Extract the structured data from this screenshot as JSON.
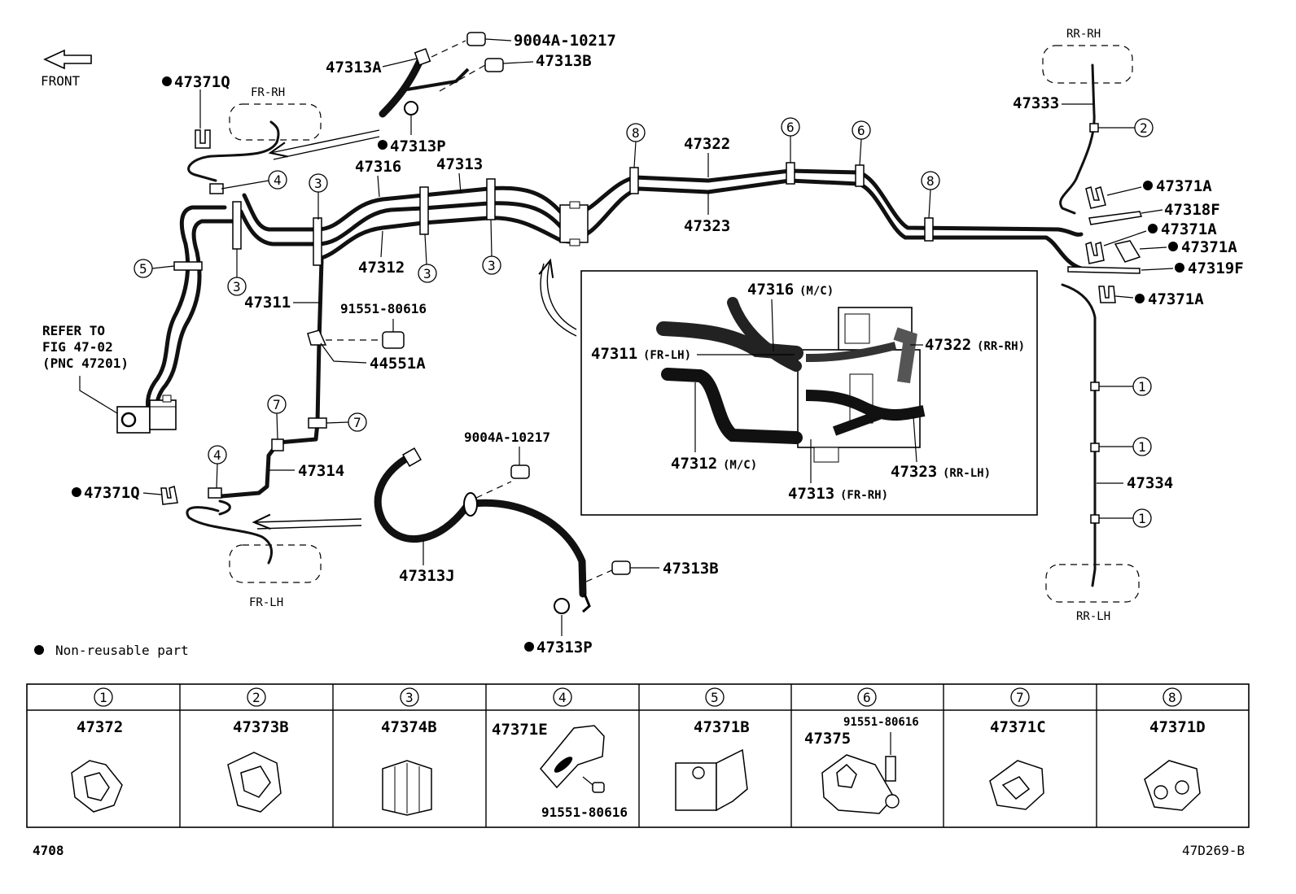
{
  "front_label": "FRONT",
  "refer": {
    "line1": "REFER TO",
    "line2": "FIG 47-02",
    "line3": "(PNC 47201)"
  },
  "zones": {
    "fr_rh": "FR-RH",
    "fr_lh": "FR-LH",
    "rr_rh": "RR-RH",
    "rr_lh": "RR-LH"
  },
  "parts": {
    "p9004A_top": "9004A-10217",
    "p47313A": "47313A",
    "p47313B_top": "47313B",
    "p47371Q_top": "47371Q",
    "p47313P_top": "47313P",
    "p47316": "47316",
    "p47313": "47313",
    "p47322": "47322",
    "p47323": "47323",
    "p47312": "47312",
    "p47311": "47311",
    "p91551_mid": "91551-80616",
    "p44551A": "44551A",
    "p47314": "47314",
    "p47371Q_bottom": "47371Q",
    "p9004A_bottom": "9004A-10217",
    "p47313J": "47313J",
    "p47313B_bottom": "47313B",
    "p47313P_bottom": "47313P",
    "p47333": "47333",
    "p47371A_1": "47371A",
    "p47318F": "47318F",
    "p47371A_2": "47371A",
    "p47371A_3": "47371A",
    "p47319F": "47319F",
    "p47371A_4": "47371A",
    "p47334": "47334"
  },
  "inset": {
    "i47316": "47316",
    "i47316_sub": "(M/C)",
    "i47311": "47311",
    "i47311_sub": "(FR-LH)",
    "i47322": "47322",
    "i47322_sub": "(RR-RH)",
    "i47312": "47312",
    "i47312_sub": "(M/C)",
    "i47313": "47313",
    "i47313_sub": "(FR-RH)",
    "i47323": "47323",
    "i47323_sub": "(RR-LH)"
  },
  "callouts": {
    "c1": "1",
    "c2": "2",
    "c3": "3",
    "c4": "4",
    "c5": "5",
    "c6": "6",
    "c7": "7",
    "c8": "8"
  },
  "legend": {
    "non_reusable": "Non-reusable part"
  },
  "table": [
    {
      "num": "1",
      "parts": [
        "47372"
      ]
    },
    {
      "num": "2",
      "parts": [
        "47373B"
      ]
    },
    {
      "num": "3",
      "parts": [
        "47374B"
      ]
    },
    {
      "num": "4",
      "parts": [
        "47371E",
        "91551-80616"
      ]
    },
    {
      "num": "5",
      "parts": [
        "47371B"
      ]
    },
    {
      "num": "6",
      "parts": [
        "47375",
        "91551-80616"
      ]
    },
    {
      "num": "7",
      "parts": [
        "47371C"
      ]
    },
    {
      "num": "8",
      "parts": [
        "47371D"
      ]
    }
  ],
  "footer": {
    "left": "4708",
    "right": "47D269-B"
  }
}
